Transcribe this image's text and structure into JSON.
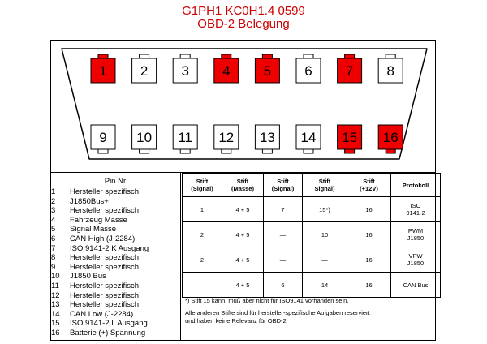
{
  "title_line1": "G1PH1 KC0H1.4 0599",
  "title_line2": "OBD-2 Belegung",
  "colors": {
    "title": "#cc0000",
    "highlight": "#ee0000"
  },
  "connector": {
    "top_row": [
      {
        "label": "1",
        "highlight": true
      },
      {
        "label": "2",
        "highlight": false
      },
      {
        "label": "3",
        "highlight": false
      },
      {
        "label": "4",
        "highlight": true
      },
      {
        "label": "5",
        "highlight": true
      },
      {
        "label": "6",
        "highlight": false
      },
      {
        "label": "7",
        "highlight": true
      },
      {
        "label": "8",
        "highlight": false
      }
    ],
    "bottom_row": [
      {
        "label": "9",
        "highlight": false
      },
      {
        "label": "10",
        "highlight": false
      },
      {
        "label": "11",
        "highlight": false
      },
      {
        "label": "12",
        "highlight": false
      },
      {
        "label": "13",
        "highlight": false
      },
      {
        "label": "14",
        "highlight": false
      },
      {
        "label": "15",
        "highlight": true
      },
      {
        "label": "16",
        "highlight": true
      }
    ]
  },
  "pinlist": {
    "header": "Pin.Nr.",
    "rows": [
      {
        "n": "1",
        "d": "Hersteller spezifisch"
      },
      {
        "n": "2",
        "d": "J1850Bus+"
      },
      {
        "n": "3",
        "d": "Hersteller spezifisch"
      },
      {
        "n": "4",
        "d": "Fahrzeug Masse"
      },
      {
        "n": "5",
        "d": "Signal Masse"
      },
      {
        "n": "6",
        "d": "CAN High (J-2284)"
      },
      {
        "n": "7",
        "d": "ISO 9141-2 K Ausgang"
      },
      {
        "n": "8",
        "d": "Hersteller spezifisch"
      },
      {
        "n": "9",
        "d": "Hersteller spezifisch"
      },
      {
        "n": "10",
        "d": "J1850 Bus"
      },
      {
        "n": "11",
        "d": "Hersteller spezifisch"
      },
      {
        "n": "12",
        "d": "Hersteller spezifisch"
      },
      {
        "n": "13",
        "d": "Hersteller spezifisch"
      },
      {
        "n": "14",
        "d": "CAN Low (J-2284)"
      },
      {
        "n": "15",
        "d": "ISO 9141-2 L Ausgang"
      },
      {
        "n": "16",
        "d": "Batterie (+) Spannung"
      }
    ]
  },
  "table": {
    "headers": [
      [
        "Stift",
        "(Signal)"
      ],
      [
        "Stift",
        "(Masse)"
      ],
      [
        "Stift",
        "(Signal)"
      ],
      [
        "Stift",
        "Signal)"
      ],
      [
        "Stift",
        "(+12V)"
      ],
      [
        "Protokoll",
        ""
      ]
    ],
    "rows": [
      [
        [
          "1"
        ],
        [
          "4 + 5"
        ],
        [
          "7"
        ],
        [
          "15*)"
        ],
        [
          "16"
        ],
        [
          "ISO",
          "9141-2"
        ]
      ],
      [
        [
          "2"
        ],
        [
          "4 + 5"
        ],
        [
          "—"
        ],
        [
          "10"
        ],
        [
          "16"
        ],
        [
          "PWM",
          "J1850"
        ]
      ],
      [
        [
          "2"
        ],
        [
          "4 + 5"
        ],
        [
          "—"
        ],
        [
          "—"
        ],
        [
          "16"
        ],
        [
          "VPW",
          "J1850"
        ]
      ],
      [
        [
          "—"
        ],
        [
          "4 + 5"
        ],
        [
          "6"
        ],
        [
          "14"
        ],
        [
          "16"
        ],
        [
          "CAN Bus"
        ]
      ]
    ]
  },
  "notes": {
    "line1": "*) Stift 15 kann, muß aber nicht für ISO9141 vorhanden sein.",
    "line2": "Alle anderen Stifte sind für hersteller-spezifische Aufgaben reserviert",
    "line3": "und   haben keine Relevanz für OBD-2"
  }
}
